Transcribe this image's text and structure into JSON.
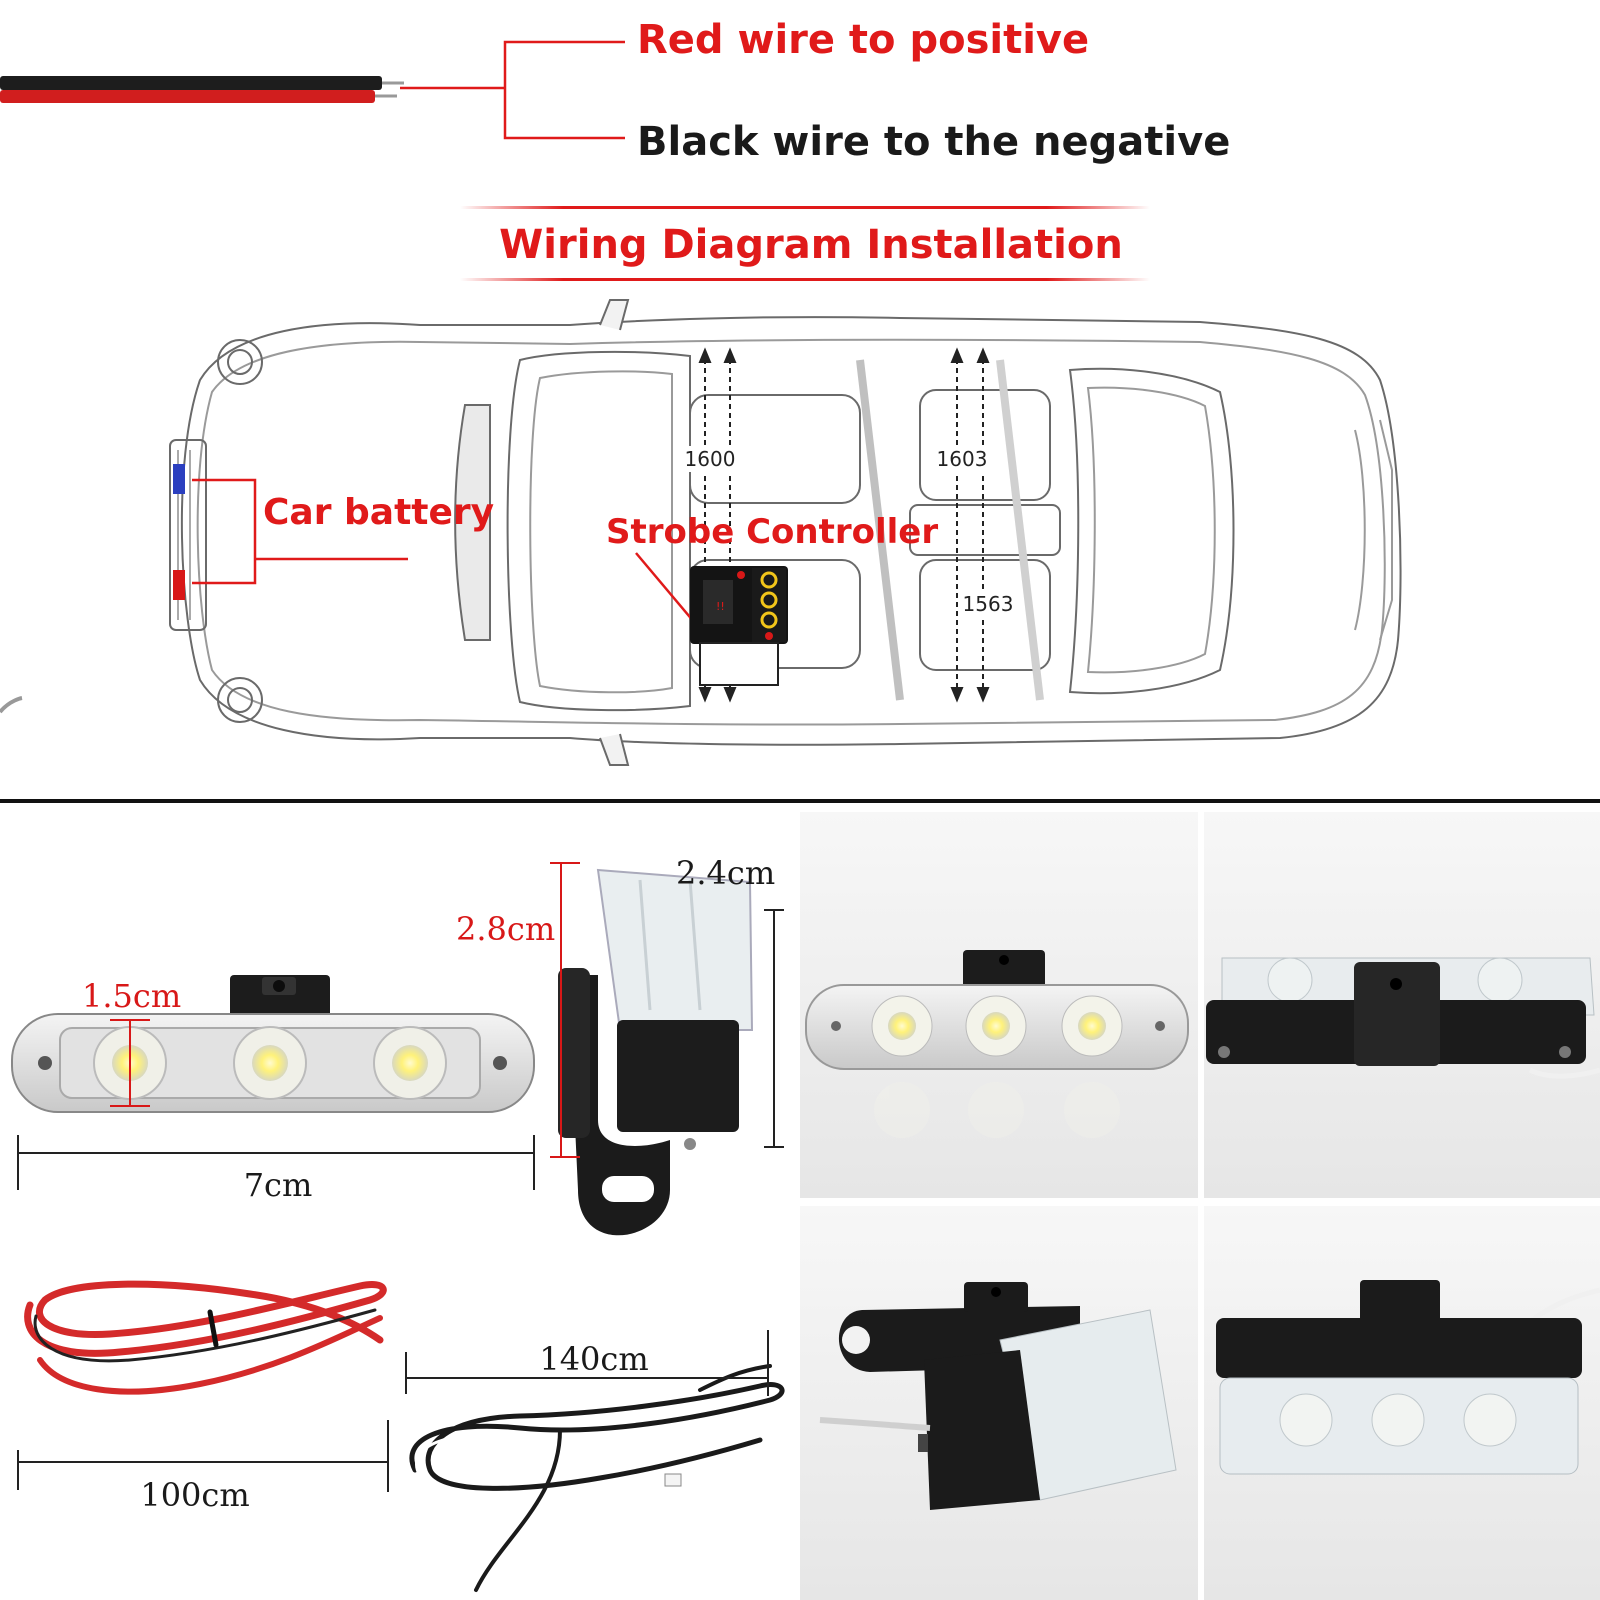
{
  "wiring": {
    "red_label": "Red wire to positive",
    "black_label": "Black wire to the negative"
  },
  "title": "Wiring Diagram Installation",
  "car": {
    "battery_label": "Car battery",
    "controller_label": "Strobe Controller",
    "measure_front": "1600",
    "measure_rear": "1603",
    "measure_rear_lower": "1563"
  },
  "dimensions": {
    "lens_diameter": "1.5cm",
    "length": "7cm",
    "height": "2.8cm",
    "depth": "2.4cm",
    "cable_red_length": "100cm",
    "cable_bw_length": "140cm"
  },
  "colors": {
    "accent_red": "#e01a1a",
    "dimension_red": "#d81818",
    "text_black": "#1a1a1a",
    "divider": "#111111"
  }
}
